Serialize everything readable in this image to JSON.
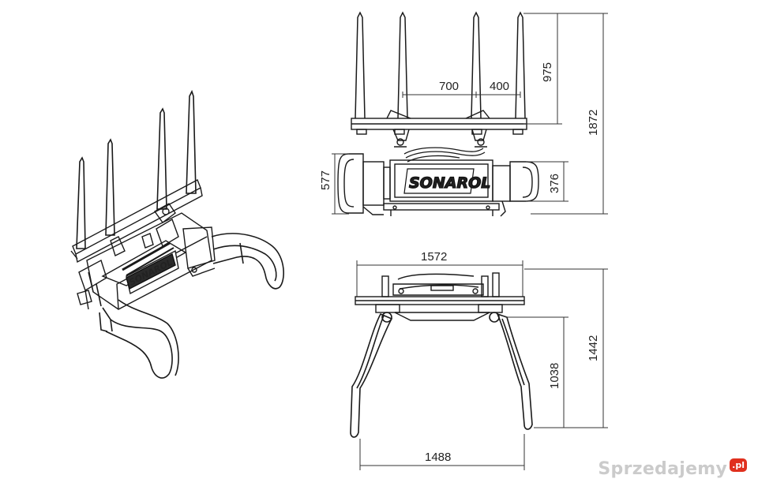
{
  "colors": {
    "line": "#1a1a1a",
    "dim_line": "#333333",
    "watermark": "#9a9a9a",
    "badge": "#e0301e"
  },
  "drawing": {
    "brand_mark": "SONAROL",
    "dimensions": {
      "tine_gap_mid": "700",
      "tine_gap_side": "400",
      "tine_height": "975",
      "total_height": "1872",
      "frame_height": "577",
      "arm_height": "376",
      "total_width": "1572",
      "open_width": "1488",
      "arm_reach": "1038",
      "front_height": "1442"
    }
  },
  "watermark": {
    "text": "Sprzedajemy",
    "badge": ".pl"
  }
}
